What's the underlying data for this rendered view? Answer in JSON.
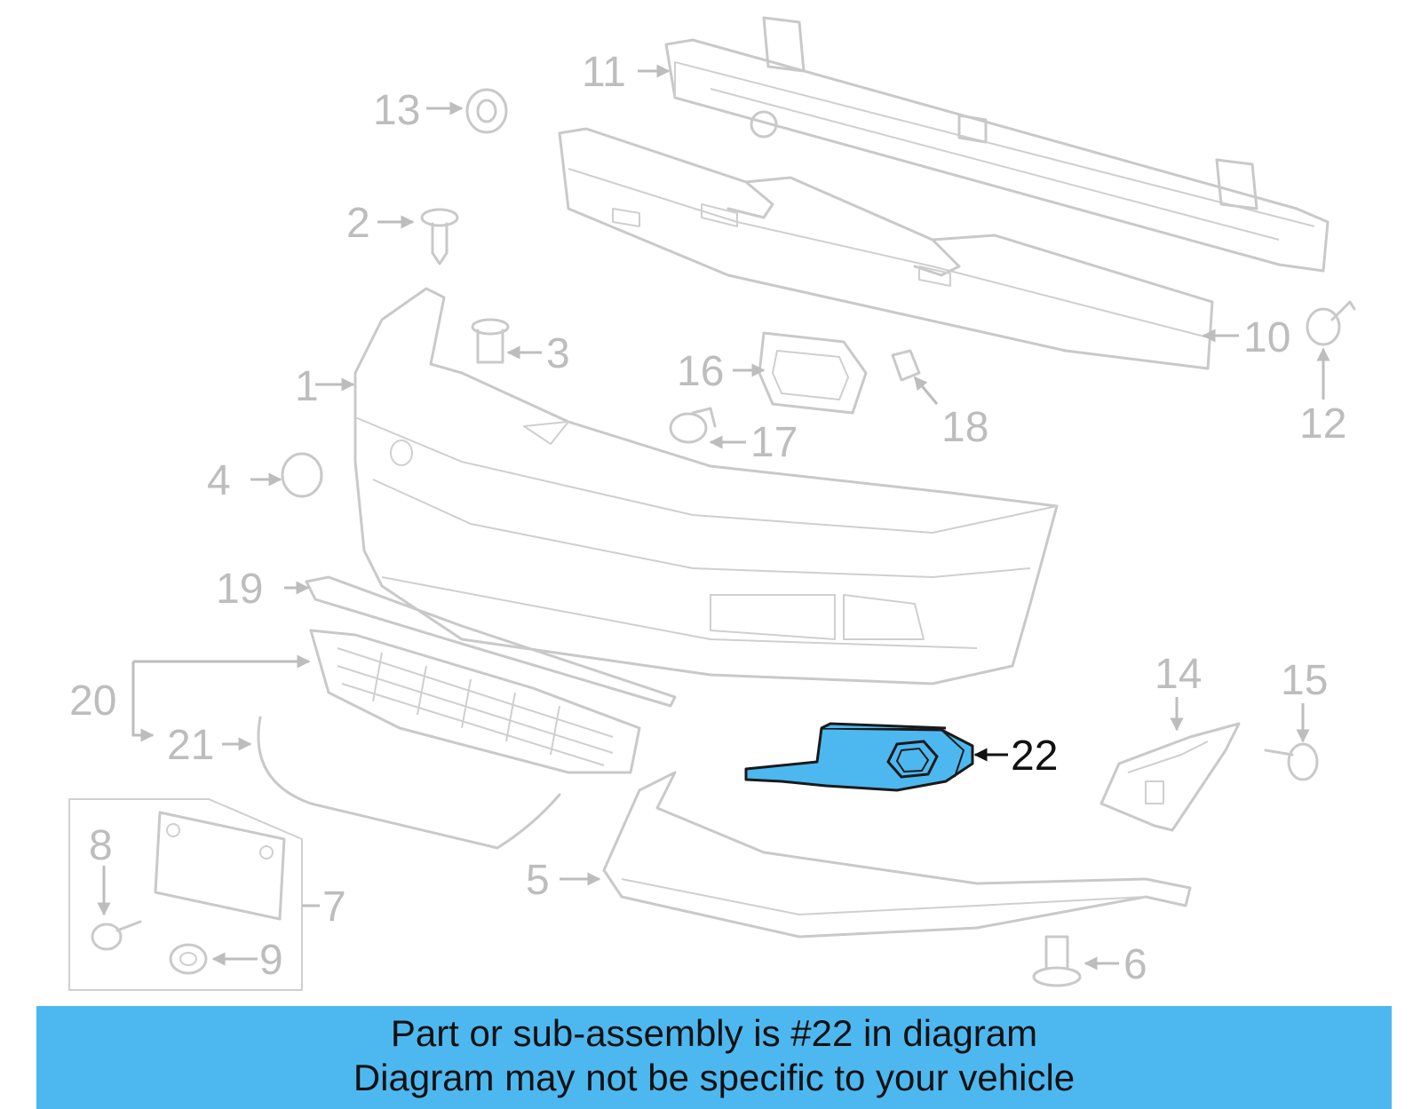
{
  "callouts": {
    "c1": "1",
    "c2": "2",
    "c3": "3",
    "c4": "4",
    "c5": "5",
    "c6": "6",
    "c7": "7",
    "c8": "8",
    "c9": "9",
    "c10": "10",
    "c11": "11",
    "c12": "12",
    "c13": "13",
    "c14": "14",
    "c15": "15",
    "c16": "16",
    "c17": "17",
    "c18": "18",
    "c19": "19",
    "c20": "20",
    "c21": "21",
    "c22": "22"
  },
  "highlighted_part": "22",
  "colors": {
    "highlight": "#4db8f0",
    "part_stroke": "#c9c9c9",
    "callout_text": "#bdbdbd"
  },
  "caption": {
    "line1": "Part or sub-assembly is #22 in diagram",
    "line2": "Diagram may not be specific to your vehicle"
  }
}
